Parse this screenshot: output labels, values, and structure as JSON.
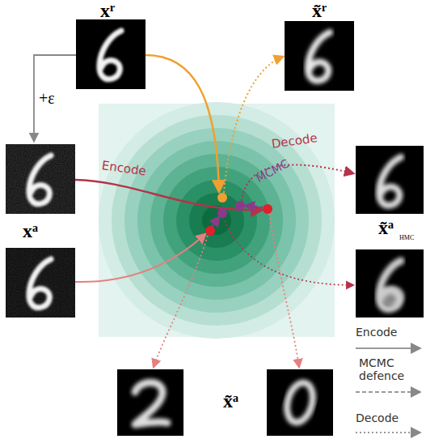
{
  "diagram": {
    "labels": [
      "xʳ",
      "x̃ʳ",
      "+ε",
      "xᵃ",
      "Encode",
      "MCMC",
      "Decode",
      "x̃ᵃ",
      "HMC",
      "x̃ᵃ"
    ],
    "legend": [
      {
        "text": "Encode"
      },
      {
        "text": "MCMC defence"
      },
      {
        "text": "Decode"
      }
    ]
  }
}
